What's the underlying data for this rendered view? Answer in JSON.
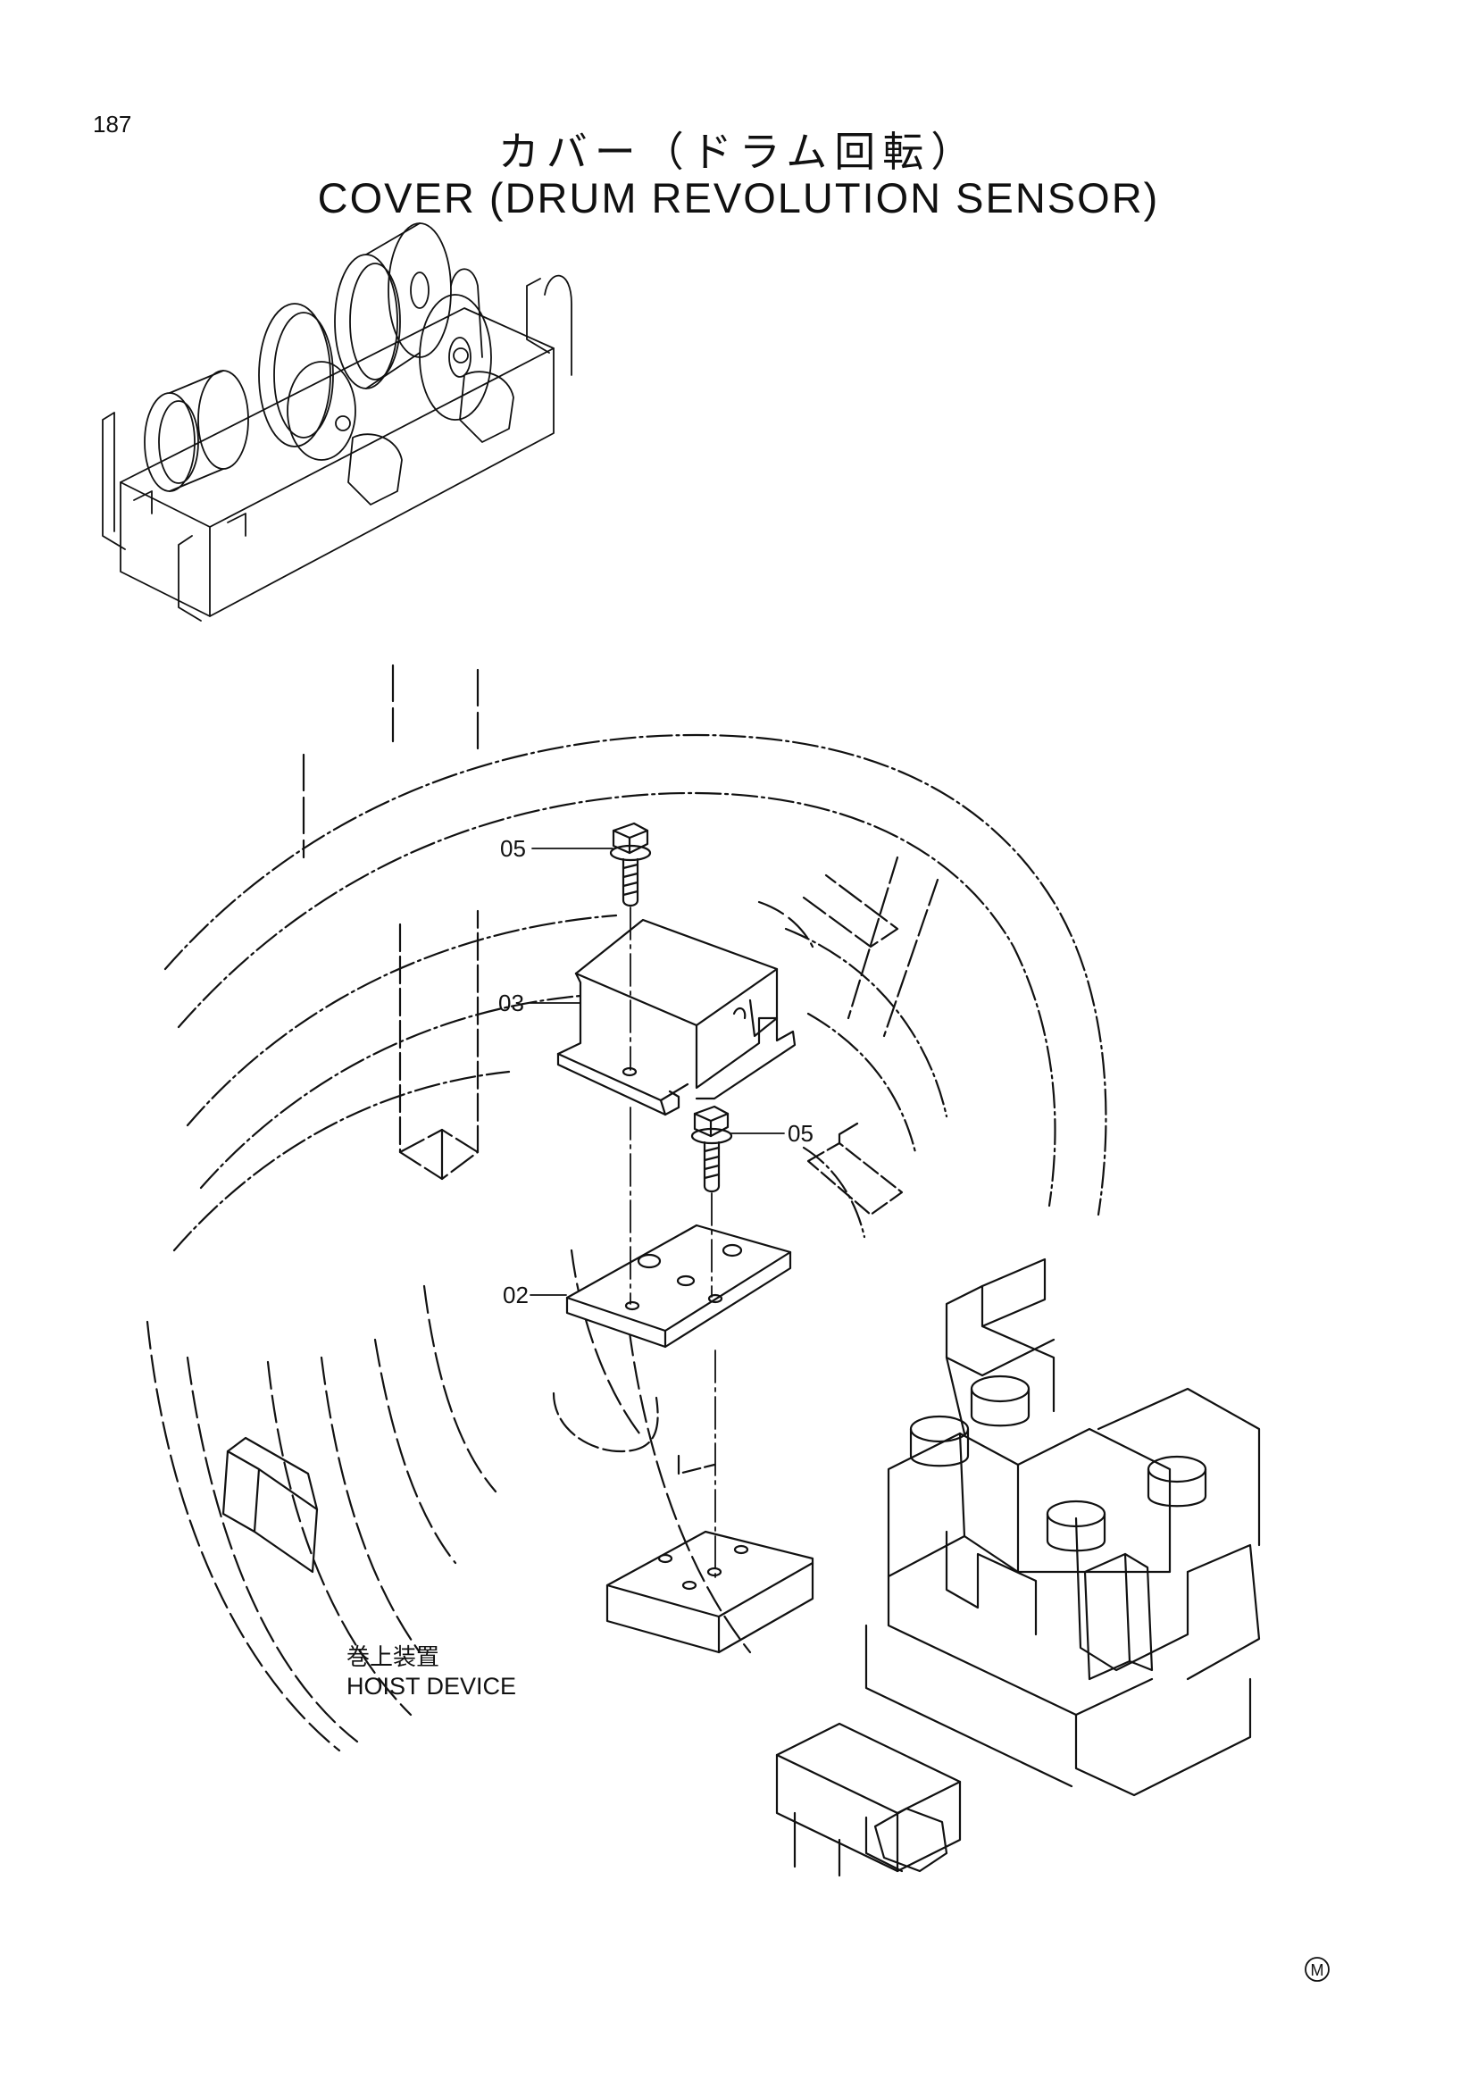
{
  "page": {
    "number": "187"
  },
  "title": {
    "japanese": "カバー（ドラム回転）",
    "english": "COVER (DRUM REVOLUTION SENSOR)"
  },
  "callouts": [
    {
      "id": "bolt-top",
      "label": "05"
    },
    {
      "id": "cover",
      "label": "03"
    },
    {
      "id": "bolt-lower",
      "label": "05"
    },
    {
      "id": "plate",
      "label": "02"
    }
  ],
  "assembly_label": {
    "japanese": "巻上装置",
    "english": "HOIST DEVICE"
  },
  "mark": "M"
}
